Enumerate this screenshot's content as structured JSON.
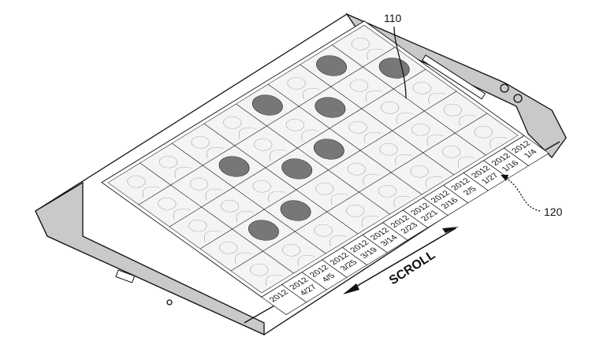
{
  "figure": {
    "ref_screen": "110",
    "ref_strip": "120",
    "scroll_label": "SCROLL",
    "grid": {
      "rows": 5,
      "cols": 8
    },
    "highlighted_cells": [
      [
        0,
        6
      ],
      [
        1,
        5
      ],
      [
        2,
        3
      ],
      [
        3,
        1
      ],
      [
        1,
        2
      ],
      [
        2,
        4
      ],
      [
        3,
        2
      ],
      [
        0,
        4
      ],
      [
        1,
        7
      ]
    ],
    "date_tabs": [
      {
        "year": "2012",
        "day": "1/4"
      },
      {
        "year": "2012",
        "day": "1/16"
      },
      {
        "year": "2012",
        "day": "1/27"
      },
      {
        "year": "2012",
        "day": "2/5"
      },
      {
        "year": "2012",
        "day": "2/16"
      },
      {
        "year": "2012",
        "day": "2/21"
      },
      {
        "year": "2012",
        "day": "2/23"
      },
      {
        "year": "2012",
        "day": "3/14"
      },
      {
        "year": "2012",
        "day": "3/19"
      },
      {
        "year": "2012",
        "day": "3/25"
      },
      {
        "year": "2012",
        "day": "4/5"
      },
      {
        "year": "2012",
        "day": "4/27"
      },
      {
        "year": "2012",
        "day": ""
      }
    ]
  }
}
